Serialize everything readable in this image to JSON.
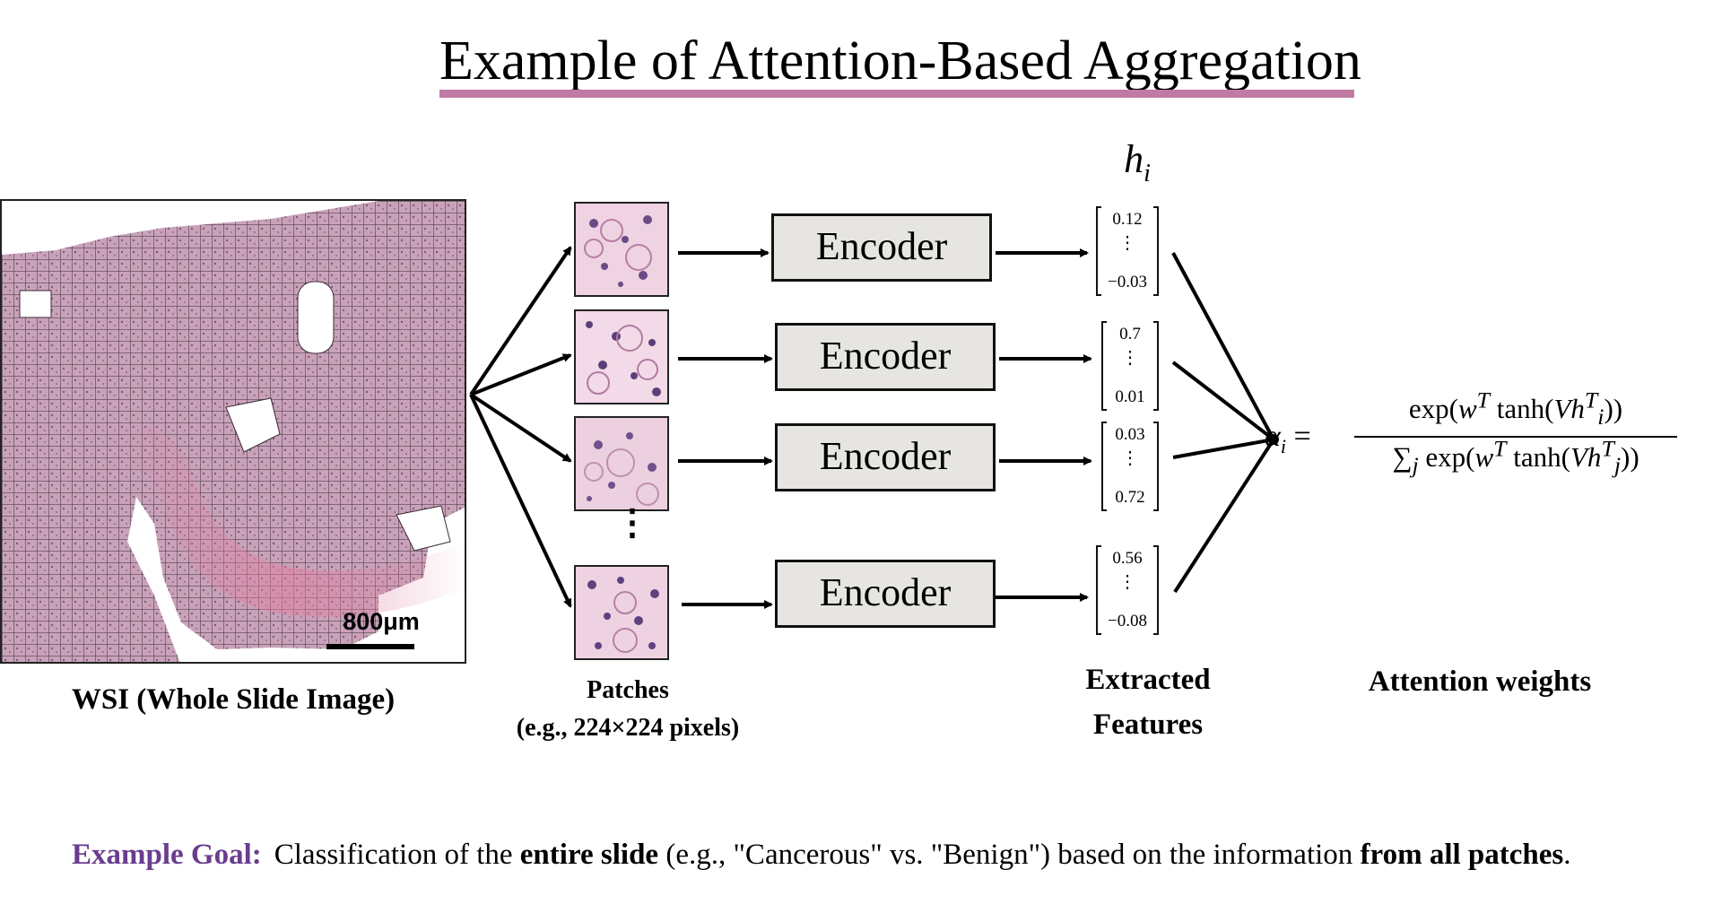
{
  "title": "Example of Attention-Based Aggregation",
  "colors": {
    "title_underline": "#c07aa3",
    "goal_label": "#6a3d8f",
    "encoder_fill": "#e6e5e2",
    "tissue": "#c9a2ba"
  },
  "wsi": {
    "scale_text": "800μm",
    "caption": "WSI (Whole Slide Image)"
  },
  "patches": {
    "caption_line1": "Patches",
    "caption_line2": "(e.g., 224×224 pixels)",
    "ellipsis": "⋮"
  },
  "encoders": [
    "Encoder",
    "Encoder",
    "Encoder",
    "Encoder"
  ],
  "features": {
    "label": "h",
    "label_sub": "i",
    "vectors": [
      {
        "top": "0.12",
        "mid": "⋮",
        "bottom": "−0.03"
      },
      {
        "top": "0.7",
        "mid": "⋮",
        "bottom": "0.01"
      },
      {
        "top": "0.03",
        "mid": "⋮",
        "bottom": "0.72"
      },
      {
        "top": "0.56",
        "mid": "⋮",
        "bottom": "−0.08"
      }
    ],
    "caption_line1": "Extracted",
    "caption_line2": "Features"
  },
  "formula": {
    "lhs": "α",
    "lhs_sub": "i",
    "eq": "=",
    "num_a": "exp(",
    "num_w": "w",
    "num_T": "T",
    "num_b": " tanh(",
    "num_V": "Vh",
    "num_i": "i",
    "num_c": "))",
    "den_sum": "∑",
    "den_j": "j",
    "den_a": " exp(",
    "den_w": "w",
    "den_T": "T",
    "den_b": " tanh(",
    "den_V": "Vh",
    "den_jj": "j",
    "den_c": "))"
  },
  "attention": {
    "caption": "Attention weights"
  },
  "goal": {
    "label": "Example Goal:",
    "t1": "Classification of the ",
    "b1": "entire slide",
    "t2": " (e.g., \"Cancerous\" vs. \"Benign\") based on the information ",
    "b2": "from all patches",
    "t3": "."
  }
}
